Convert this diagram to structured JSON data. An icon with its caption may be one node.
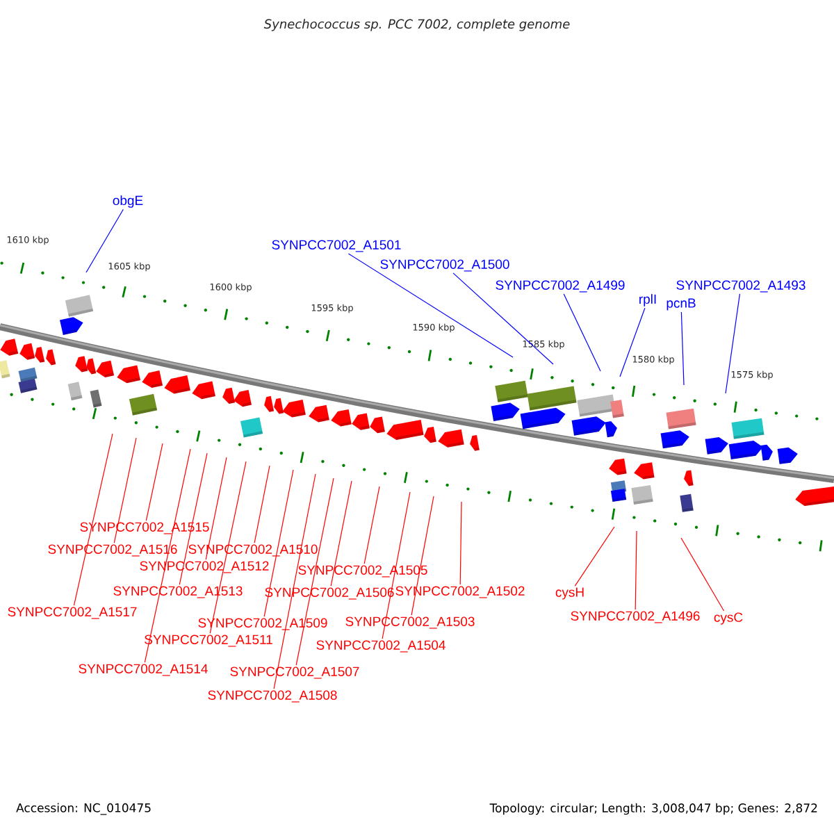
{
  "diagram": {
    "title": "Synechococcus sp. PCC 7002, complete genome",
    "nodes": [
      {
        "text": [
          "obgE"
        ]
      },
      {
        "text": [
          "SYNPCC7002_A1501"
        ]
      },
      {
        "text": [
          "SYNPCC7002_A1500"
        ]
      },
      {
        "text": [
          "SYNPCC7002_A1499"
        ]
      },
      {
        "text": [
          "rplI"
        ]
      },
      {
        "text": [
          "pcnB"
        ]
      },
      {
        "text": [
          "SYNPCC7002_A1493"
        ]
      },
      {
        "text": [
          "SYNPCC7002_A1517"
        ]
      },
      {
        "text": [
          "SYNPCC7002_A1516"
        ]
      },
      {
        "text": [
          "SYNPCC7002_A1515"
        ]
      },
      {
        "text": [
          "SYNPCC7002_A1514"
        ]
      },
      {
        "text": [
          "SYNPCC7002_A1513"
        ]
      },
      {
        "text": [
          "SYNPCC7002_A1512"
        ]
      },
      {
        "text": [
          "SYNPCC7002_A1511"
        ]
      },
      {
        "text": [
          "SYNPCC7002_A1510"
        ]
      },
      {
        "text": [
          "SYNPCC7002_A1509"
        ]
      },
      {
        "text": [
          "SYNPCC7002_A1508"
        ]
      },
      {
        "text": [
          "SYNPCC7002_A1507"
        ]
      },
      {
        "text": [
          "SYNPCC7002_A1506"
        ]
      },
      {
        "text": [
          "SYNPCC7002_A1505"
        ]
      },
      {
        "text": [
          "SYNPCC7002_A1504"
        ]
      },
      {
        "text": [
          "SYNPCC7002_A1503"
        ]
      },
      {
        "text": [
          "SYNPCC7002_A1502"
        ]
      },
      {
        "text": [
          "cysH"
        ]
      },
      {
        "text": [
          "SYNPCC7002_A1496"
        ]
      },
      {
        "text": [
          "cysC"
        ]
      }
    ],
    "edges": [
      {
        "from": 0,
        "to": null,
        "arrow": "none",
        "color": "#0000ff"
      },
      {
        "from": 1,
        "to": null,
        "arrow": "none",
        "color": "#0000ff"
      },
      {
        "from": 2,
        "to": null,
        "arrow": "none",
        "color": "#0000ff"
      },
      {
        "from": 3,
        "to": null,
        "arrow": "none",
        "color": "#0000ff"
      },
      {
        "from": 4,
        "to": null,
        "arrow": "none",
        "color": "#0000ff"
      },
      {
        "from": 5,
        "to": null,
        "arrow": "none",
        "color": "#0000ff"
      },
      {
        "from": 6,
        "to": null,
        "arrow": "none",
        "color": "#0000ff"
      },
      {
        "from": 7,
        "to": null,
        "arrow": "none"
      },
      {
        "from": 8,
        "to": null,
        "arrow": "none"
      },
      {
        "from": 9,
        "to": null,
        "arrow": "none"
      },
      {
        "from": 10,
        "to": null,
        "arrow": "none"
      },
      {
        "from": 11,
        "to": null,
        "arrow": "none"
      },
      {
        "from": 12,
        "to": null,
        "arrow": "none"
      },
      {
        "from": 13,
        "to": null,
        "arrow": "none"
      },
      {
        "from": 14,
        "to": null,
        "arrow": "none"
      },
      {
        "from": 15,
        "to": null,
        "arrow": "none"
      },
      {
        "from": 16,
        "to": null,
        "arrow": "none"
      },
      {
        "from": 17,
        "to": null,
        "arrow": "none"
      },
      {
        "from": 18,
        "to": null,
        "arrow": "none"
      },
      {
        "from": 19,
        "to": null,
        "arrow": "none"
      },
      {
        "from": 20,
        "to": null,
        "arrow": "none"
      },
      {
        "from": 21,
        "to": null,
        "arrow": "none"
      },
      {
        "from": 22,
        "to": null,
        "arrow": "none"
      },
      {
        "from": 23,
        "to": null,
        "arrow": "none"
      },
      {
        "from": 24,
        "to": null,
        "arrow": "none"
      },
      {
        "from": 25,
        "to": null,
        "arrow": "none"
      }
    ],
    "labels": [
      "1610 kbp",
      "1605 kbp",
      "1600 kbp",
      "1595 kbp",
      "1590 kbp",
      "1585 kbp",
      "1580 kbp",
      "1575 kbp",
      "Accession: NC_010475",
      "Topology: circular; Length: 3,008,047 bp; Genes: 2,872"
    ]
  }
}
